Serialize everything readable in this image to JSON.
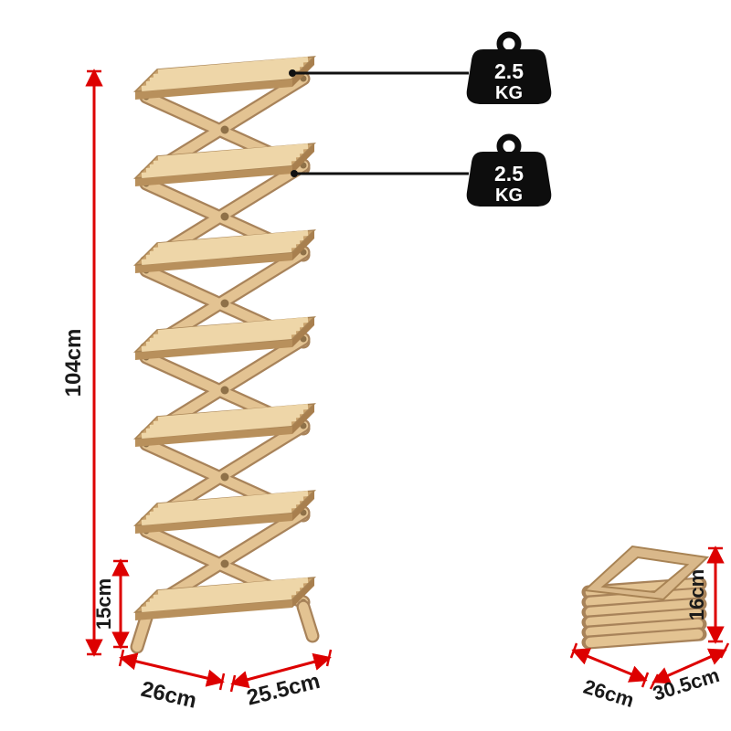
{
  "diagram": {
    "unfolded": {
      "height_label": "104cm",
      "bottom_tier_label": "15cm",
      "depth_label": "26cm",
      "width_label": "25.5cm"
    },
    "folded": {
      "height_label": "16cm",
      "depth_label": "26cm",
      "width_label": "30.5cm"
    },
    "weights": [
      {
        "value": "2.5",
        "unit": "KG"
      },
      {
        "value": "2.5",
        "unit": "KG"
      }
    ],
    "icons": {
      "weight_icon": "kettlebell-weight"
    },
    "colors": {
      "dimension_red": "#dd0000",
      "dimension_text": "#1a1a1a",
      "weight_black": "#0d0d0d",
      "weight_text": "#ffffff",
      "wood_light": "#eed6a8",
      "wood_mid": "#c9a26c",
      "wood_dark": "#a8835a"
    }
  }
}
